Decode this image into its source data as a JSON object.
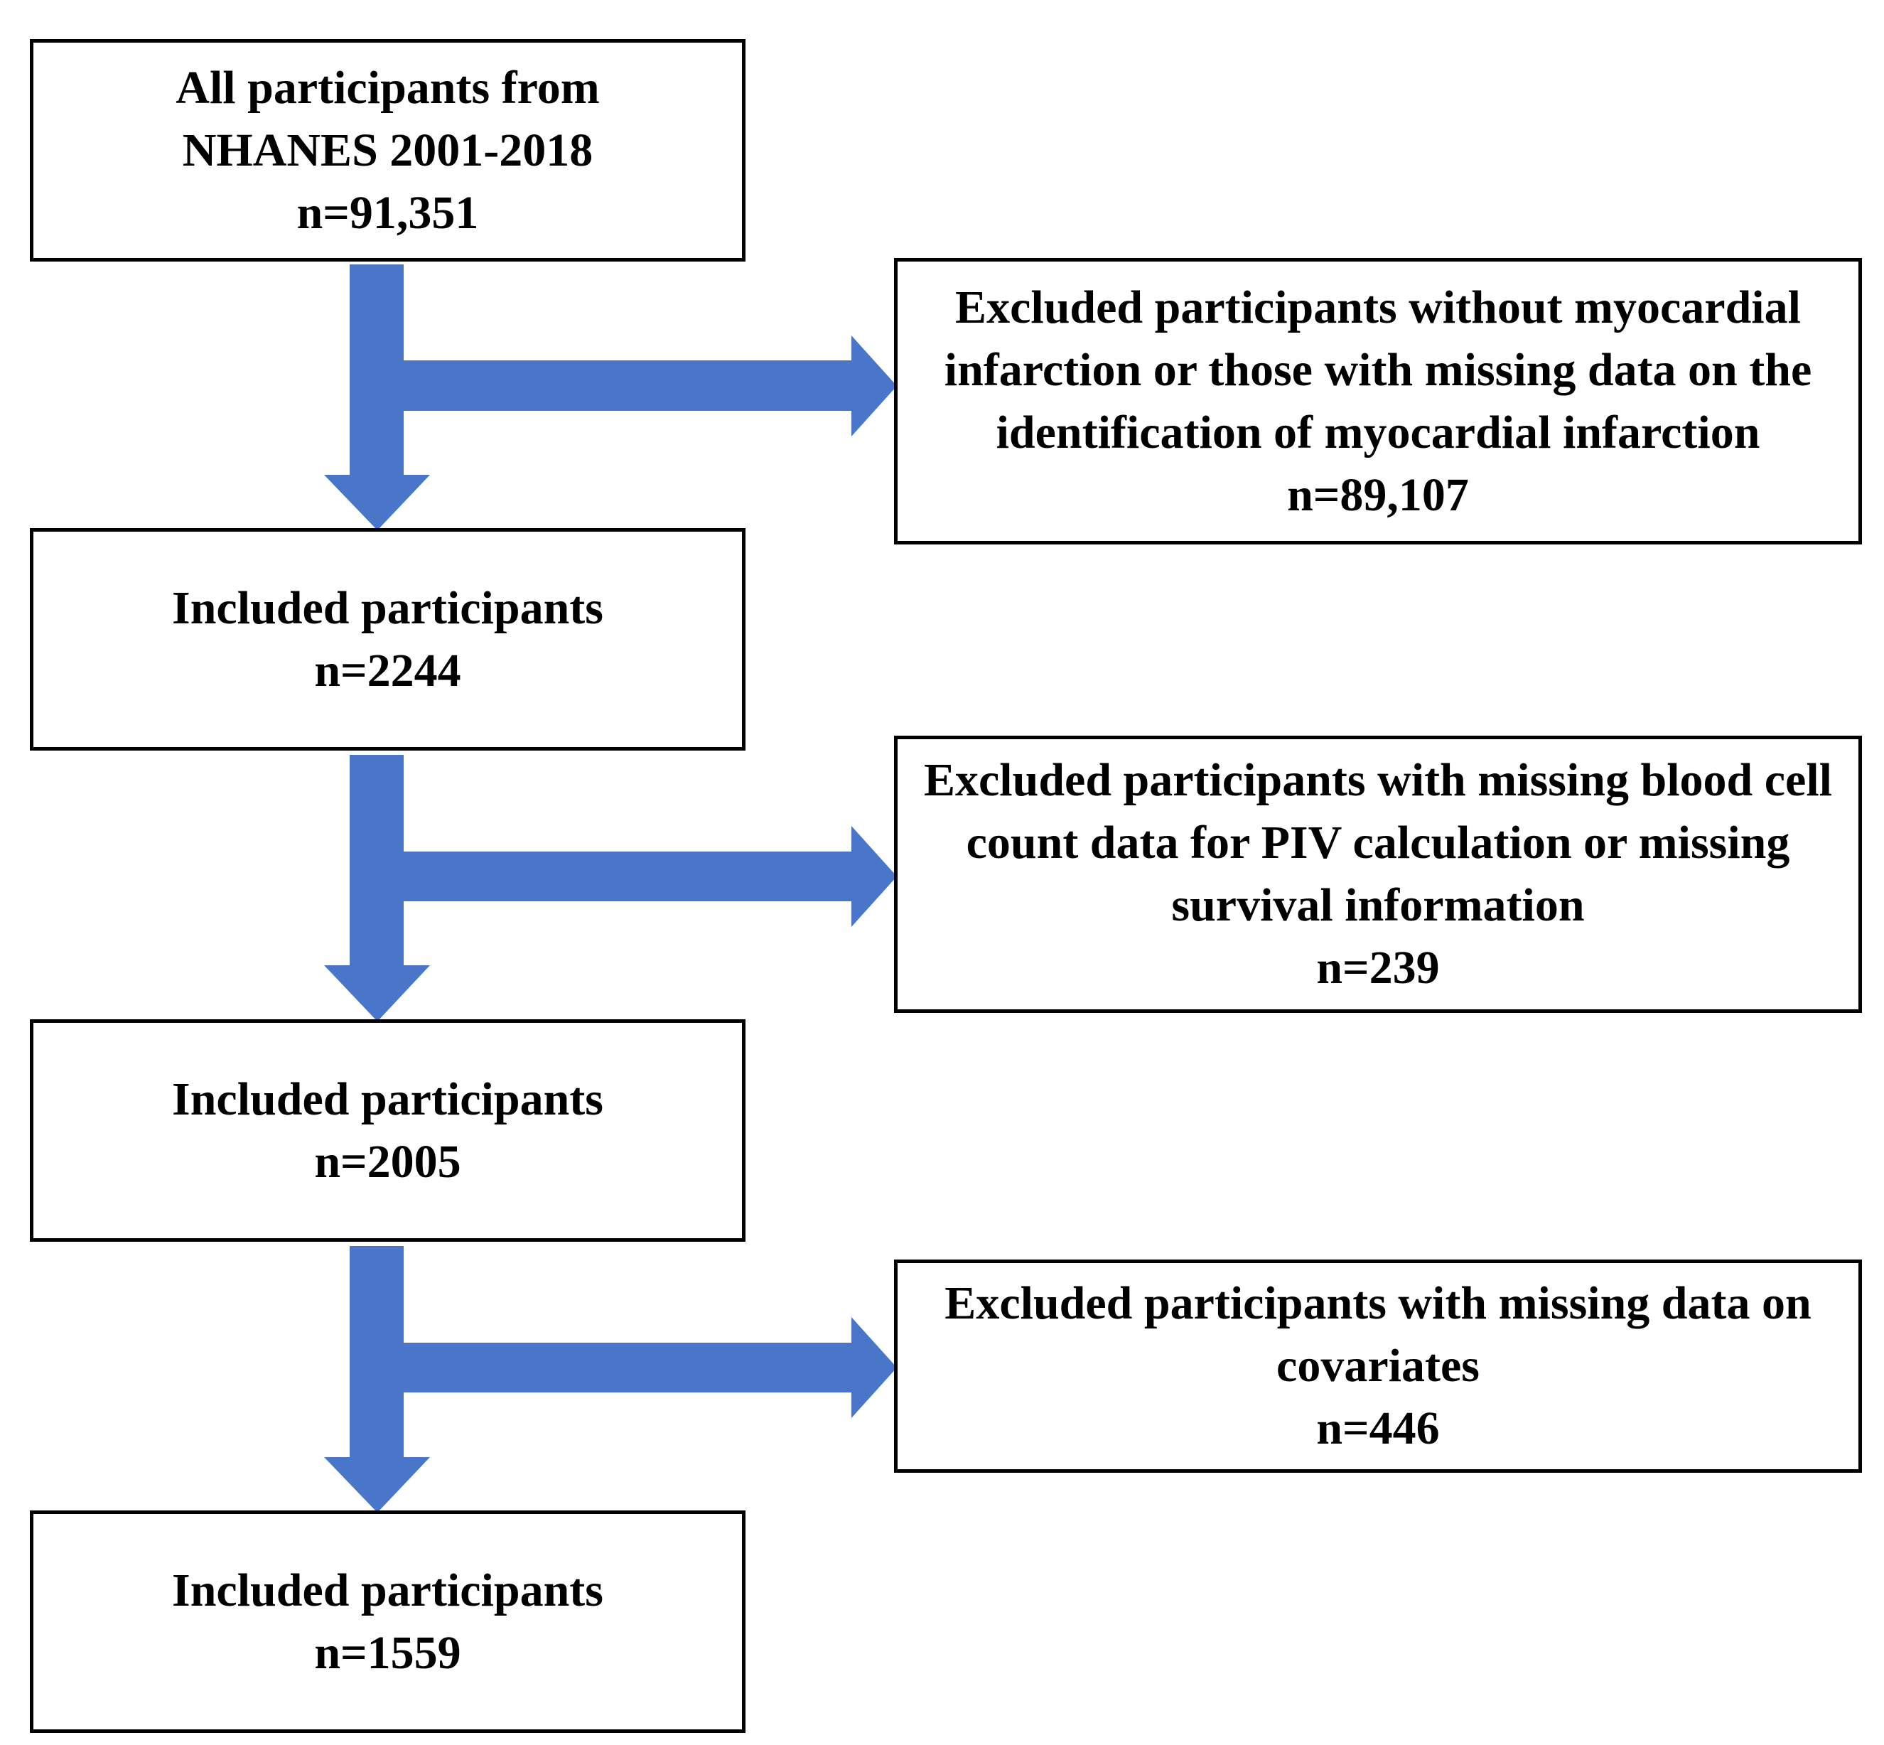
{
  "flowchart": {
    "arrow_color": "#4a76c9",
    "start": {
      "lines": [
        "All participants from",
        "NHANES 2001-2018"
      ],
      "count": "n=91,351"
    },
    "exclusion_1": {
      "lines": [
        "Excluded participants without myocardial",
        "infarction or those with missing data on the",
        "identification of myocardial infarction"
      ],
      "count": "n=89,107"
    },
    "included_1": {
      "lines": [
        "Included participants"
      ],
      "count": "n=2244"
    },
    "exclusion_2": {
      "lines": [
        "Excluded participants with missing blood cell",
        "count data for PIV calculation or missing",
        "survival information"
      ],
      "count": "n=239"
    },
    "included_2": {
      "lines": [
        "Included participants"
      ],
      "count": "n=2005"
    },
    "exclusion_3": {
      "lines": [
        "Excluded participants with missing data on",
        "covariates"
      ],
      "count": "n=446"
    },
    "included_3": {
      "lines": [
        "Included participants"
      ],
      "count": "n=1559"
    }
  }
}
